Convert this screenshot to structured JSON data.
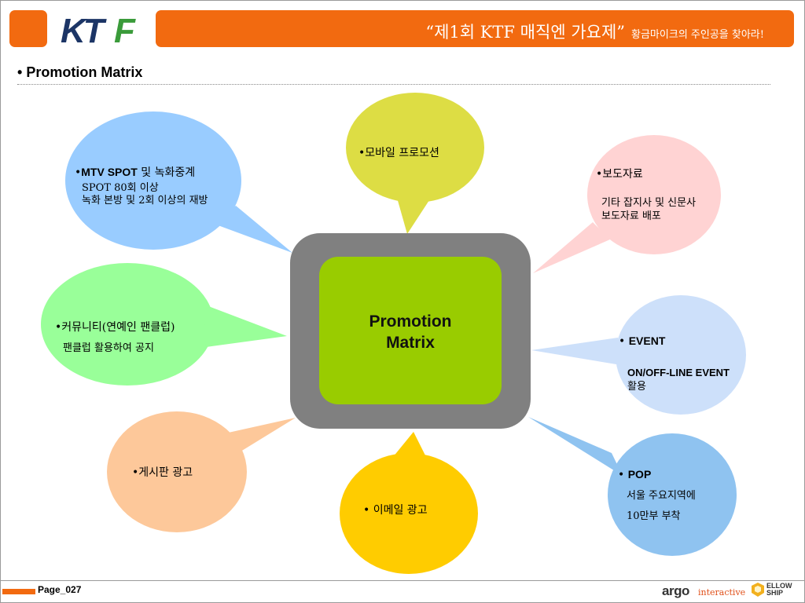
{
  "header": {
    "logo_text": "KTF",
    "title": "“제1회 KTF 매직엔 가요제”",
    "subtitle": "황금마이크의 주인공을 찾아라!"
  },
  "section": {
    "bullet": "•",
    "title": "Promotion Matrix"
  },
  "center": {
    "line1": "Promotion",
    "line2": "Matrix"
  },
  "bubbles": {
    "mtv": {
      "bullet": "•",
      "title": "MTV SPOT",
      "title_rest": " 및 녹화중계",
      "line1": "SPOT 80회 이상",
      "line2": "녹화 본방 및 2회 이상의 재방"
    },
    "mobile": {
      "bullet": "•",
      "title": "모바일 프로모션"
    },
    "press": {
      "bullet": "•",
      "title": "보도자료",
      "line1": "기타 잡지사 및 신문사",
      "line2": "보도자료 배포"
    },
    "community": {
      "bullet": "•",
      "title": "커뮤니티(연예인 팬클럽)",
      "line1": "팬클럽 활용하여 공지"
    },
    "event": {
      "bullet": "•",
      "title": "EVENT",
      "line1": "ON/OFF-LINE EVENT",
      "line2": "활용"
    },
    "board": {
      "bullet": "•",
      "title": "게시판 광고"
    },
    "email": {
      "bullet": "•",
      "title": "이메일 광고"
    },
    "pop": {
      "bullet": "•",
      "title": "POP",
      "line1": "서울 주요지역에",
      "line2": "10만부 부착"
    }
  },
  "colors": {
    "accent": "#f26a10",
    "logo_navy": "#1c3566",
    "logo_green": "#3a9b3a",
    "mtv": "#99ccff",
    "mobile": "#dddd44",
    "press": "#ffd3d3",
    "community": "#99ff99",
    "event": "#cde0fa",
    "board": "#fdc89a",
    "email": "#ffcc00",
    "pop": "#8fc3f0",
    "center_outer": "#808080",
    "center_inner": "#99cc00"
  },
  "footer": {
    "page": "Page_027",
    "brand1": "argo",
    "brand1_sub": "interactive",
    "brand2_line1": "ELLOW",
    "brand2_line2": "SHIP"
  }
}
